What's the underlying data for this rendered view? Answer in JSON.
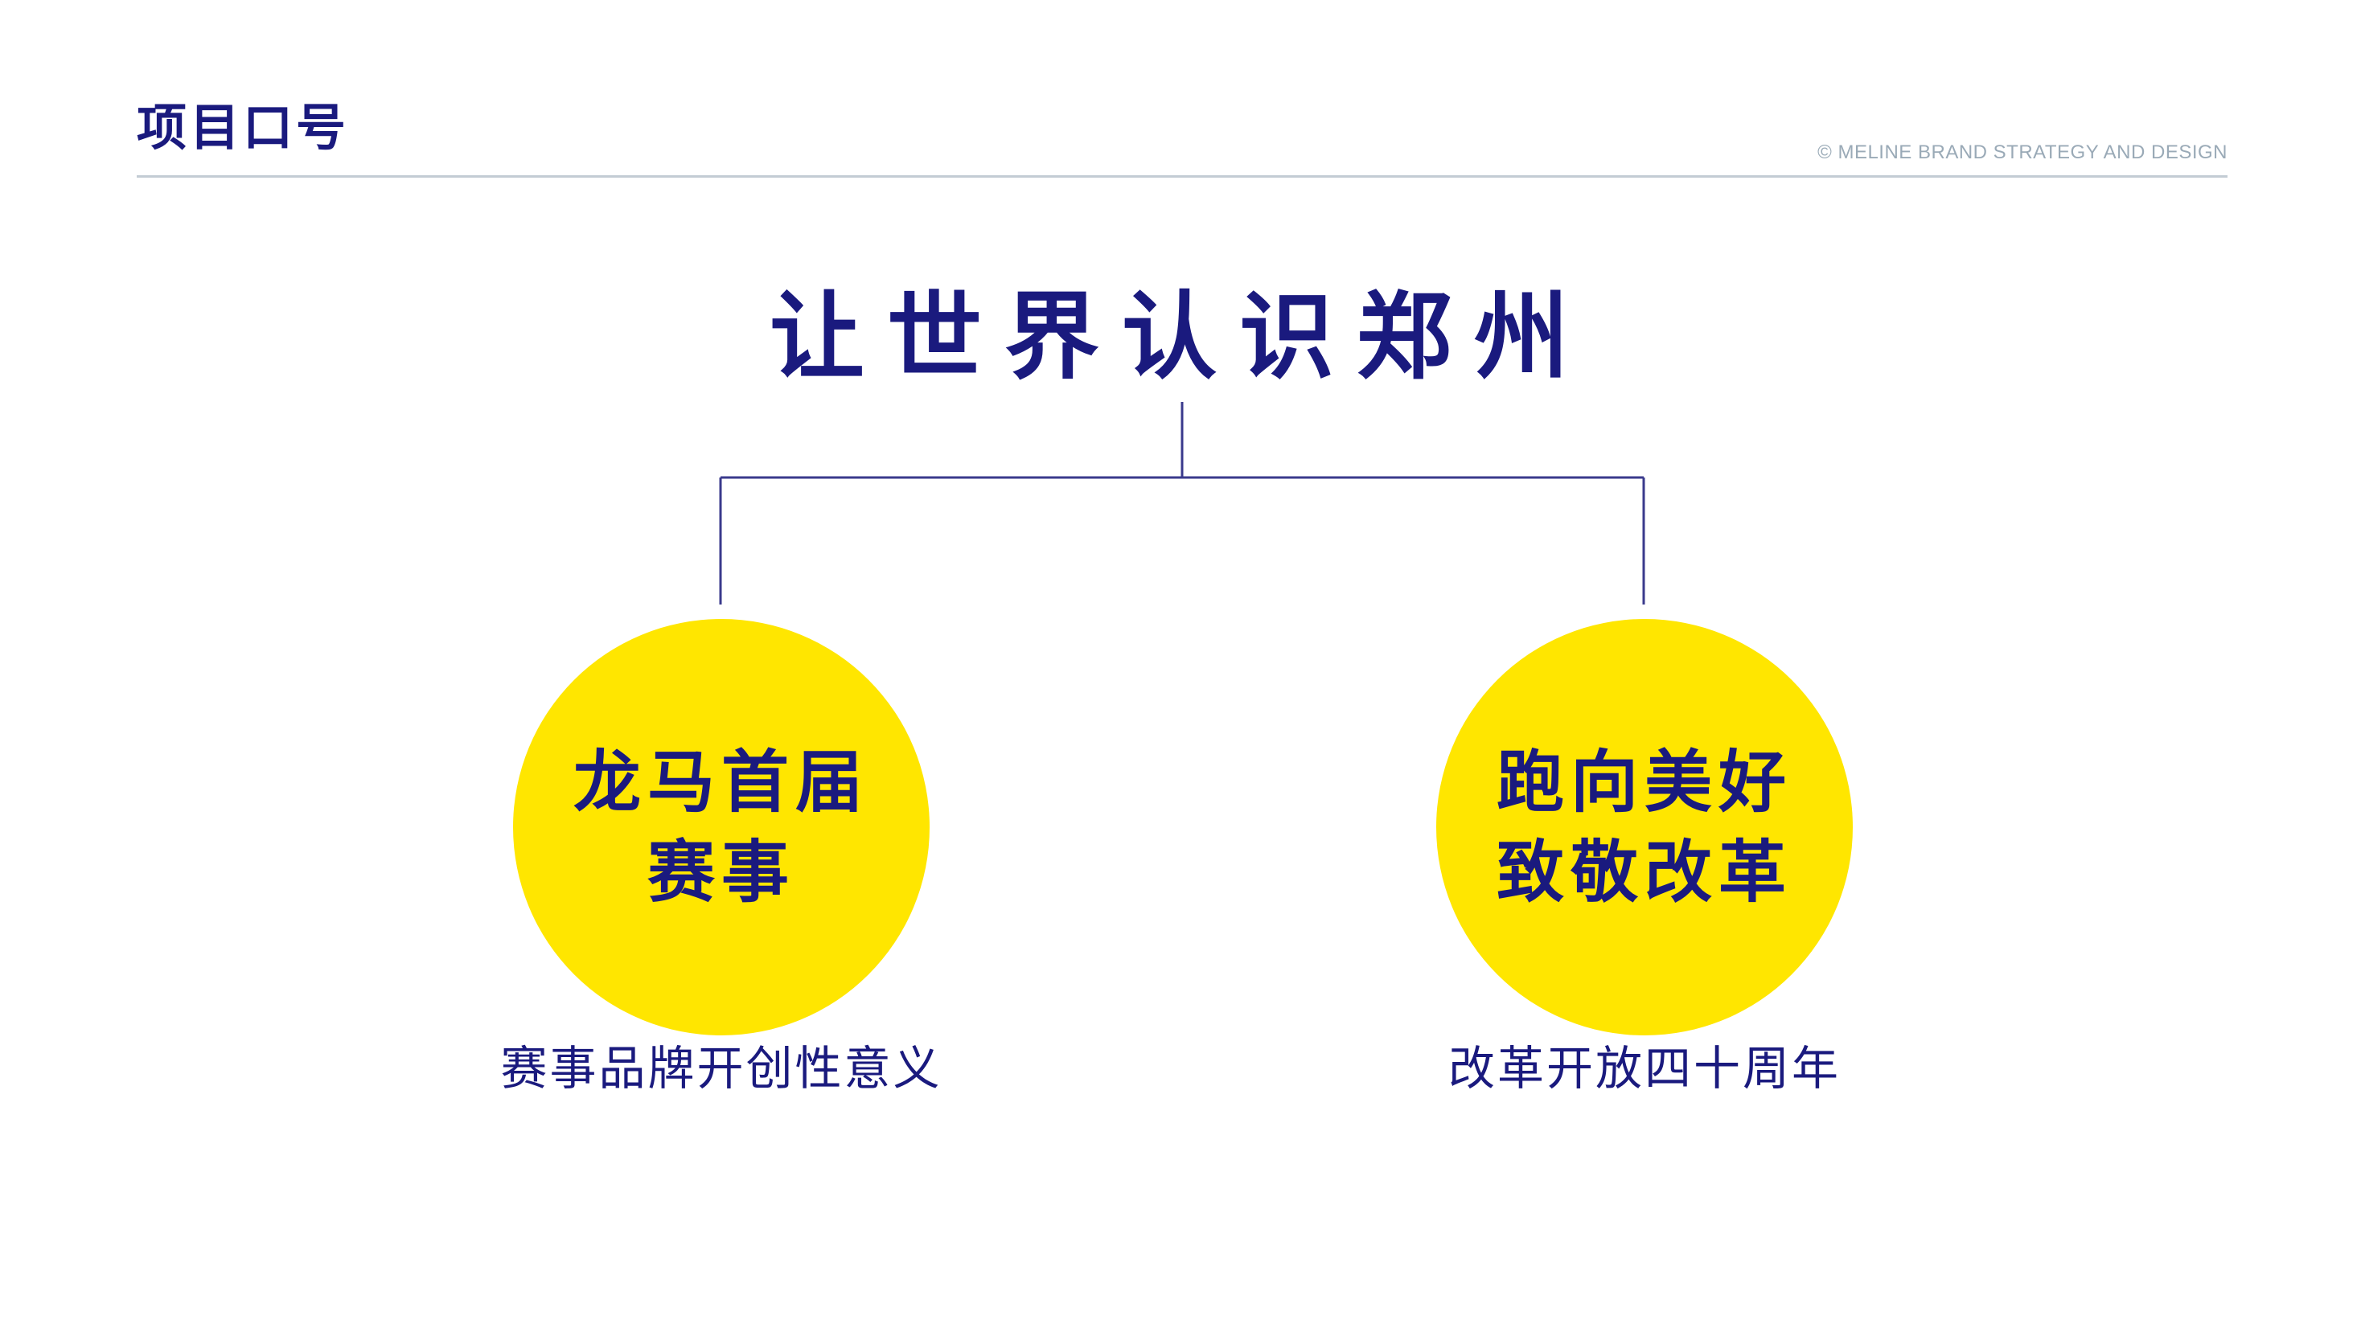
{
  "header": {
    "title": "项目口号",
    "copyright": "© MELINE BRAND STRATEGY AND DESIGN"
  },
  "main_slogan": "让世界认识郑州",
  "branches": [
    {
      "circle_lines": [
        "龙马首届",
        "赛事"
      ],
      "caption": "赛事品牌开创性意义"
    },
    {
      "circle_lines": [
        "跑向美好",
        "致敬改革"
      ],
      "caption": "改革开放四十周年"
    }
  ],
  "colors": {
    "navy": "#1a1a7e",
    "yellow": "#ffe600",
    "rule": "#c3ccd4",
    "copyright": "#9aaab7"
  }
}
